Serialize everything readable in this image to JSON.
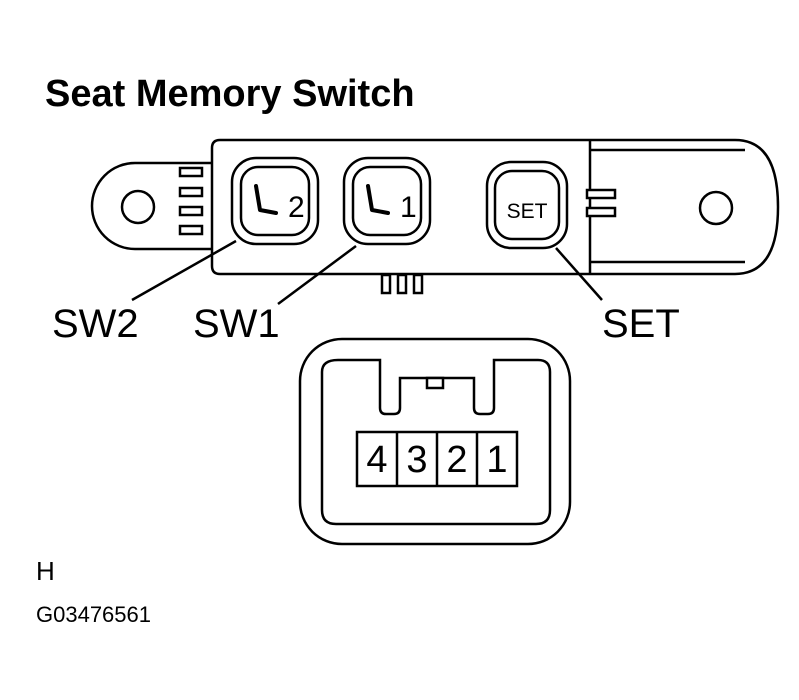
{
  "title": "Seat Memory Switch",
  "buttons": [
    {
      "id": "sw2",
      "number": "2"
    },
    {
      "id": "sw1",
      "number": "1"
    },
    {
      "id": "set",
      "text": "SET"
    }
  ],
  "callouts": {
    "sw2": "SW2",
    "sw1": "SW1",
    "set": "SET"
  },
  "connector_pins": [
    "4",
    "3",
    "2",
    "1"
  ],
  "view_label": "H",
  "figure_id": "G03476561"
}
